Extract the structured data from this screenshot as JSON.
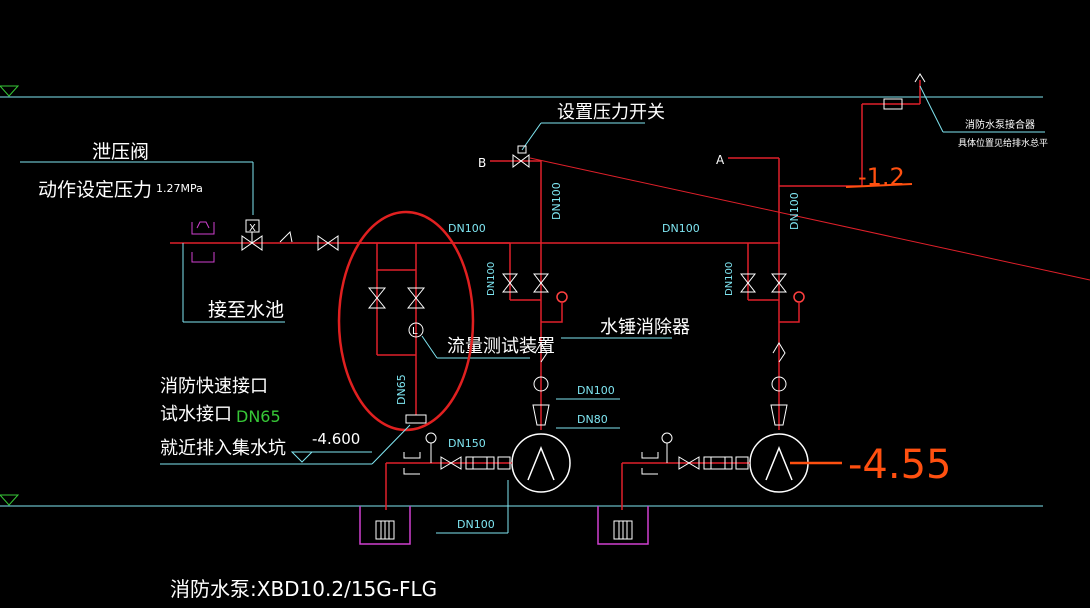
{
  "colors": {
    "background": "#000000",
    "pipe": "#e0202a",
    "cyan": "#7fe6f2",
    "white": "#ffffff",
    "magenta": "#d040d0",
    "green": "#37c837",
    "orange": "#ff5010"
  },
  "labels": {
    "relief_valve": "泄压阀",
    "set_pressure_label": "动作设定压力",
    "set_pressure_value": "1.27MPa",
    "to_pool": "接至水池",
    "set_pressure_switch": "设置压力开关",
    "point_b": "B",
    "point_a": "A",
    "connector_note_1": "消防水泵接合器",
    "connector_note_2": "具体位置见给排水总平",
    "flow_test": "流量测试装置",
    "water_hammer": "水锤消除器",
    "quick_connect": "消防快速接口",
    "test_water": "试水接口",
    "test_water_dn": "DN65",
    "drain_pit": "就近排入集水坑",
    "elev_4600": "-4.600",
    "pump_model": "消防水泵:XBD10.2/15G-FLG"
  },
  "pipe_sizes": {
    "dn100_main_left": "DN100",
    "dn100_main_right": "DN100",
    "dn100_vert_b": "DN100",
    "dn100_vert_a": "DN100",
    "dn100_branch_left": "DN100",
    "dn100_branch_right": "DN100",
    "dn65_test": "DN65",
    "dn100_discharge": "DN100",
    "dn80_discharge": "DN80",
    "dn150_suction": "DN150",
    "dn100_bottom": "DN100"
  },
  "valve_marks": {
    "relief": "X",
    "flowmeter": "L"
  },
  "annotations": {
    "handwritten_top": "-1.2",
    "handwritten_pump": "-4.55"
  }
}
